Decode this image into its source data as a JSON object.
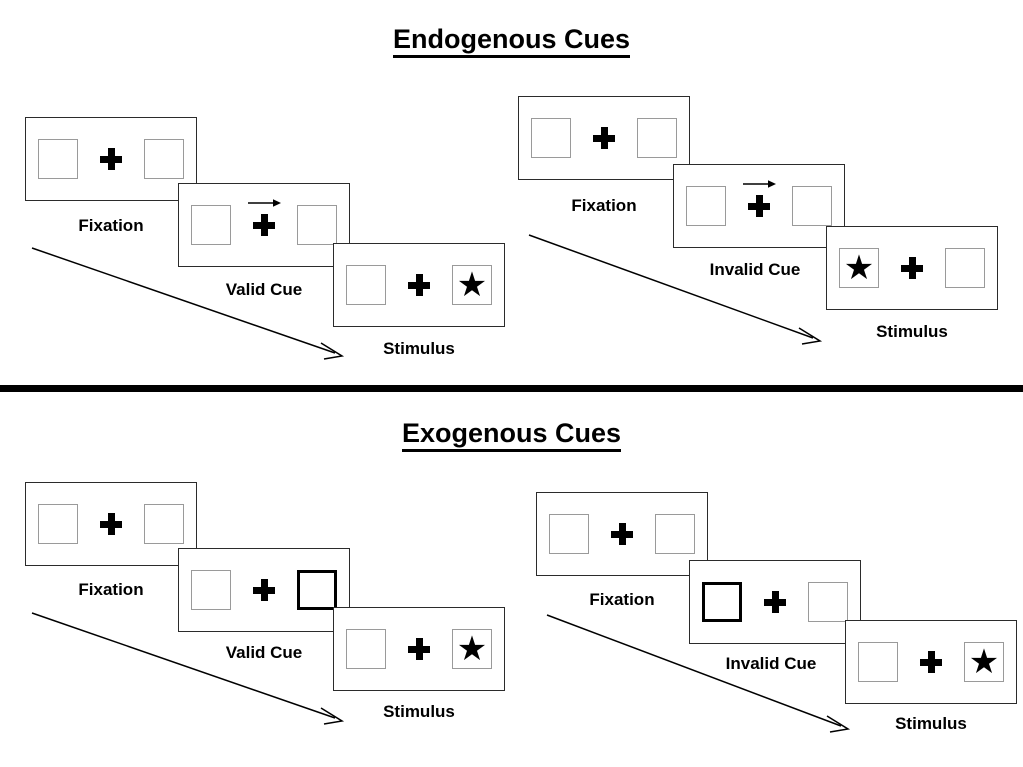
{
  "figure": {
    "divider_color": "#000000",
    "frame_border_color": "#2b2b2b",
    "box_border_color": "#9a9a9a",
    "cued_box_color": "#000000",
    "star_glyph": "★",
    "arrow_cue_name": "rightward-arrow-cue",
    "time_arrow_name": "time-progression-arrow"
  },
  "sections": [
    {
      "title": "Endogenous Cues",
      "columns": [
        {
          "condition": "valid",
          "frames": [
            {
              "label": "Fixation",
              "cue_type": "none",
              "left_box": "empty",
              "right_box": "empty"
            },
            {
              "label": "Valid Cue",
              "cue_type": "arrow-right",
              "left_box": "empty",
              "right_box": "empty"
            },
            {
              "label": "Stimulus",
              "cue_type": "none",
              "left_box": "empty",
              "right_box": "star"
            }
          ]
        },
        {
          "condition": "invalid",
          "frames": [
            {
              "label": "Fixation",
              "cue_type": "none",
              "left_box": "empty",
              "right_box": "empty"
            },
            {
              "label": "Invalid Cue",
              "cue_type": "arrow-right",
              "left_box": "empty",
              "right_box": "empty"
            },
            {
              "label": "Stimulus",
              "cue_type": "none",
              "left_box": "star",
              "right_box": "empty"
            }
          ]
        }
      ]
    },
    {
      "title": "Exogenous Cues",
      "columns": [
        {
          "condition": "valid",
          "frames": [
            {
              "label": "Fixation",
              "cue_type": "none",
              "left_box": "empty",
              "right_box": "empty"
            },
            {
              "label": "Valid Cue",
              "cue_type": "box-highlight-right",
              "left_box": "empty",
              "right_box": "cued"
            },
            {
              "label": "Stimulus",
              "cue_type": "none",
              "left_box": "empty",
              "right_box": "star"
            }
          ]
        },
        {
          "condition": "invalid",
          "frames": [
            {
              "label": "Fixation",
              "cue_type": "none",
              "left_box": "empty",
              "right_box": "empty"
            },
            {
              "label": "Invalid Cue",
              "cue_type": "box-highlight-left",
              "left_box": "cued",
              "right_box": "empty"
            },
            {
              "label": "Stimulus",
              "cue_type": "none",
              "left_box": "empty",
              "right_box": "star"
            }
          ]
        }
      ]
    }
  ]
}
